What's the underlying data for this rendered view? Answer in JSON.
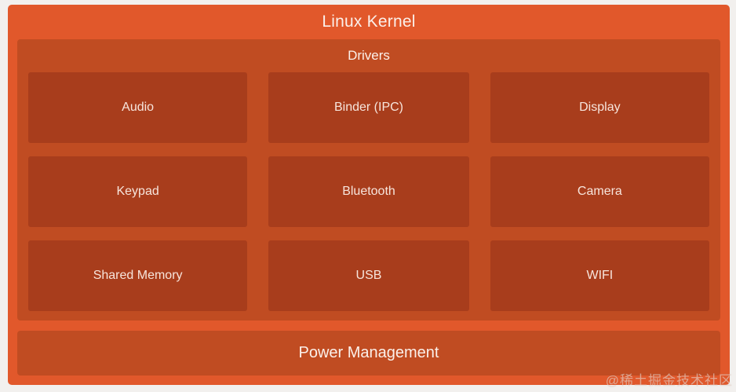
{
  "diagram": {
    "title": "Linux Kernel",
    "drivers": {
      "label": "Drivers",
      "cells": [
        {
          "label": "Audio"
        },
        {
          "label": "Binder (IPC)"
        },
        {
          "label": "Display"
        },
        {
          "label": "Keypad"
        },
        {
          "label": "Bluetooth"
        },
        {
          "label": "Camera"
        },
        {
          "label": "Shared Memory"
        },
        {
          "label": "USB"
        },
        {
          "label": "WIFI"
        }
      ]
    },
    "power": {
      "label": "Power Management"
    }
  },
  "watermark": "@稀土掘金技术社区",
  "colors": {
    "page-bg": "#F2F0EE",
    "outer": "#E1582B",
    "mid": "#C04C22",
    "cell": "#A83D1C",
    "text-light": "#FBF0EA",
    "text-cell": "#F7E5DC"
  }
}
